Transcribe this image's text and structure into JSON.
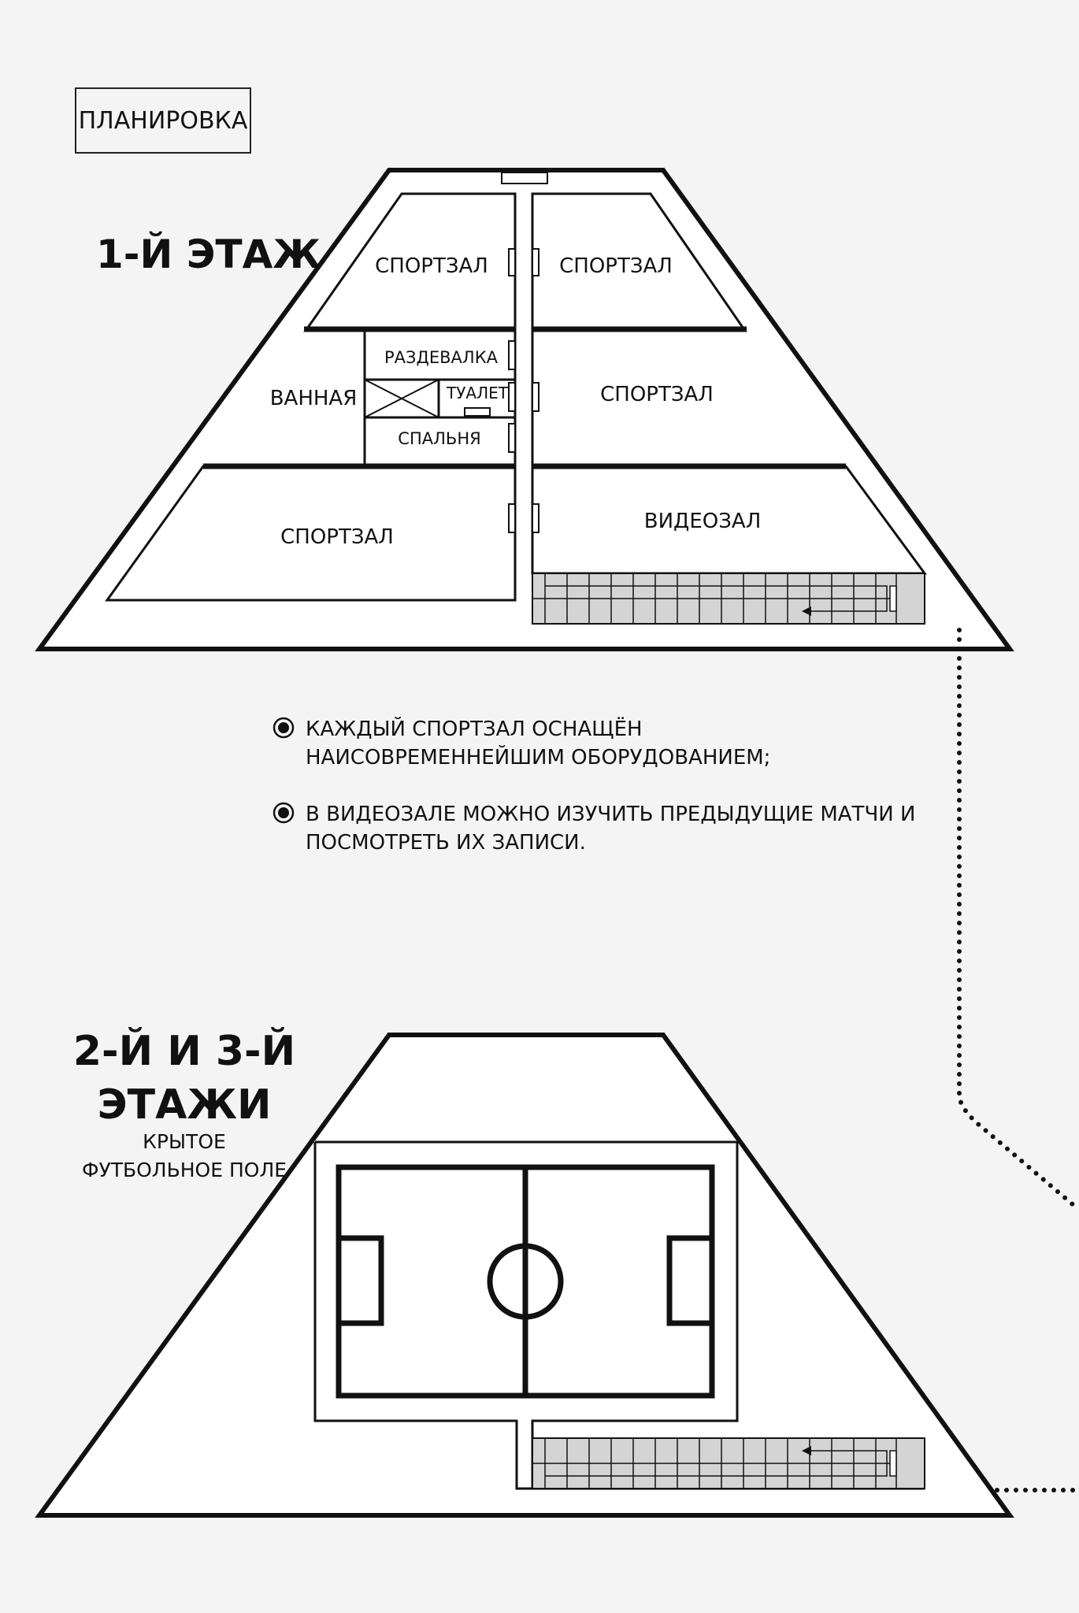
{
  "header": {
    "tag": "ПЛАНИРОВКА"
  },
  "floor1": {
    "title": "1-Й ЭТАЖ",
    "rooms": {
      "gym_top_left": "СПОРТЗАЛ",
      "gym_top_right": "СПОРТЗАЛ",
      "locker_room": "РАЗДЕВАЛКА",
      "bathroom": "ВАННАЯ",
      "toilet": "ТУАЛЕТ",
      "gym_mid_right": "СПОРТЗАЛ",
      "bedroom": "СПАЛЬНЯ",
      "gym_bottom_left": "СПОРТЗАЛ",
      "video_room": "ВИДЕОЗАЛ"
    }
  },
  "notes": [
    {
      "line1": "КАЖДЫЙ СПОРТЗАЛ ОСНАЩЁН",
      "line2": "НАИСОВРЕМЕННЕЙШИМ ОБОРУДОВАНИЕМ;"
    },
    {
      "line1": "В ВИДЕОЗАЛЕ МОЖНО ИЗУЧИТЬ ПРЕДЫДУЩИЕ МАТЧИ И",
      "line2": "ПОСМОТРЕТЬ ИХ ЗАПИСИ."
    }
  ],
  "floor2": {
    "title_line1": "2-Й И 3-Й",
    "title_line2": "ЭТАЖИ",
    "subtitle_line1": "КРЫТОЕ",
    "subtitle_line2": "ФУТБОЛЬНОЕ ПОЛЕ"
  },
  "colors": {
    "ink": "#111111",
    "paper": "#f4f4f4",
    "stairs": "#d4d4d4"
  }
}
